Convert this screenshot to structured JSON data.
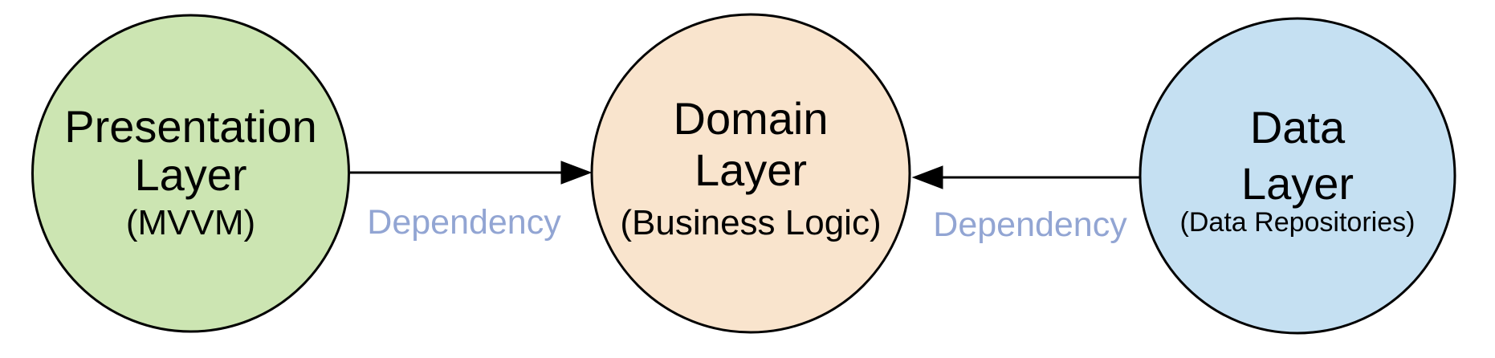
{
  "diagram": {
    "background": "#ffffff",
    "edge_label_color": "#92a5d3",
    "node_stroke_color": "#000000",
    "nodes": [
      {
        "id": "presentation-layer",
        "title_line1": "Presentation",
        "title_line2": "Layer",
        "subtitle": "(MVVM)",
        "fill": "#cce5b2"
      },
      {
        "id": "domain-layer",
        "title_line1": "Domain",
        "title_line2": "Layer",
        "subtitle": "(Business Logic)",
        "fill": "#f9e4cd"
      },
      {
        "id": "data-layer",
        "title_line1": "Data",
        "title_line2": "Layer",
        "subtitle": "(Data Repositories)",
        "fill": "#c5e0f2"
      }
    ],
    "edges": [
      {
        "from": "presentation-layer",
        "to": "domain-layer",
        "label": "Dependency",
        "direction": "left-to-right"
      },
      {
        "from": "data-layer",
        "to": "domain-layer",
        "label": "Dependency",
        "direction": "right-to-left"
      }
    ]
  }
}
